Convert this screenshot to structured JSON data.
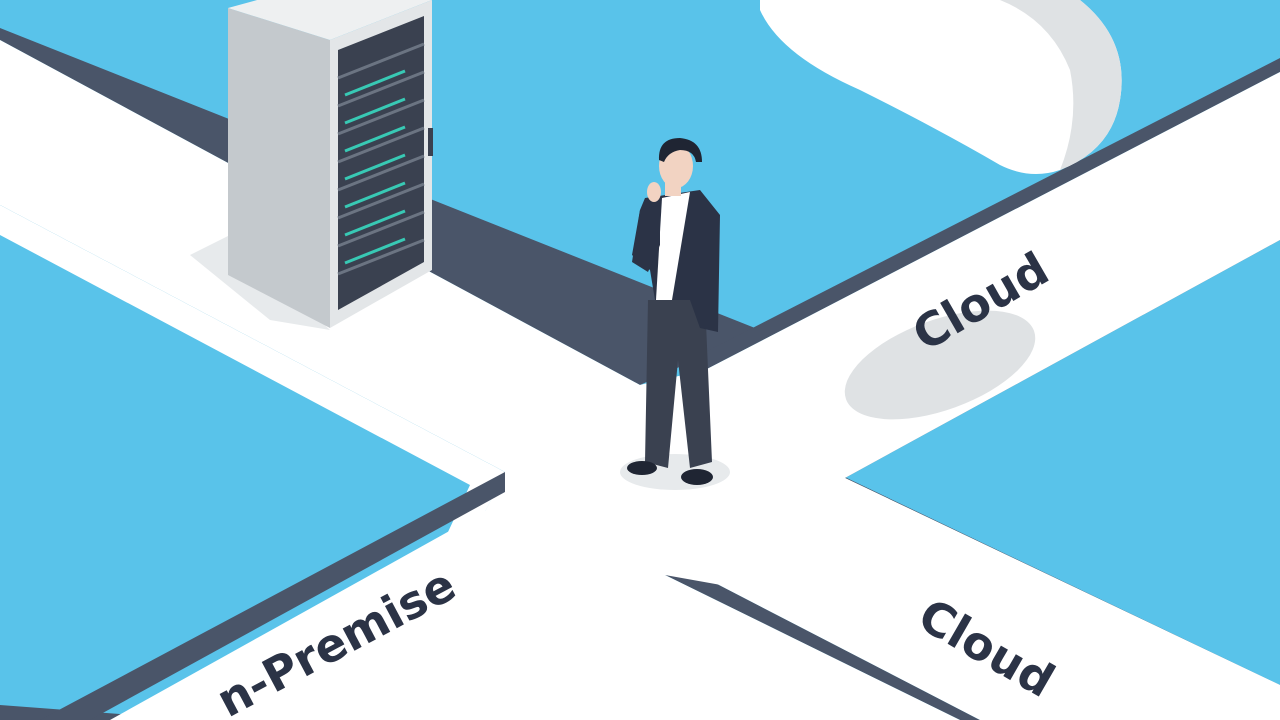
{
  "labels": {
    "on_premise": "n-Premise",
    "cloud_upper": "Cloud",
    "cloud_lower": "Cloud"
  },
  "icons": {
    "server": "server-rack-icon",
    "cloud": "cloud-icon",
    "person": "businessman-figure"
  },
  "colors": {
    "background": "#59c3ea",
    "road": "#ffffff",
    "road_edge": "#4a5569",
    "cloud": "#ffffff",
    "server_body": "#d8dcdf",
    "server_front": "#3a4150",
    "server_led": "#38c9b4",
    "suit": "#2b3346",
    "skin": "#f2d3c2"
  }
}
